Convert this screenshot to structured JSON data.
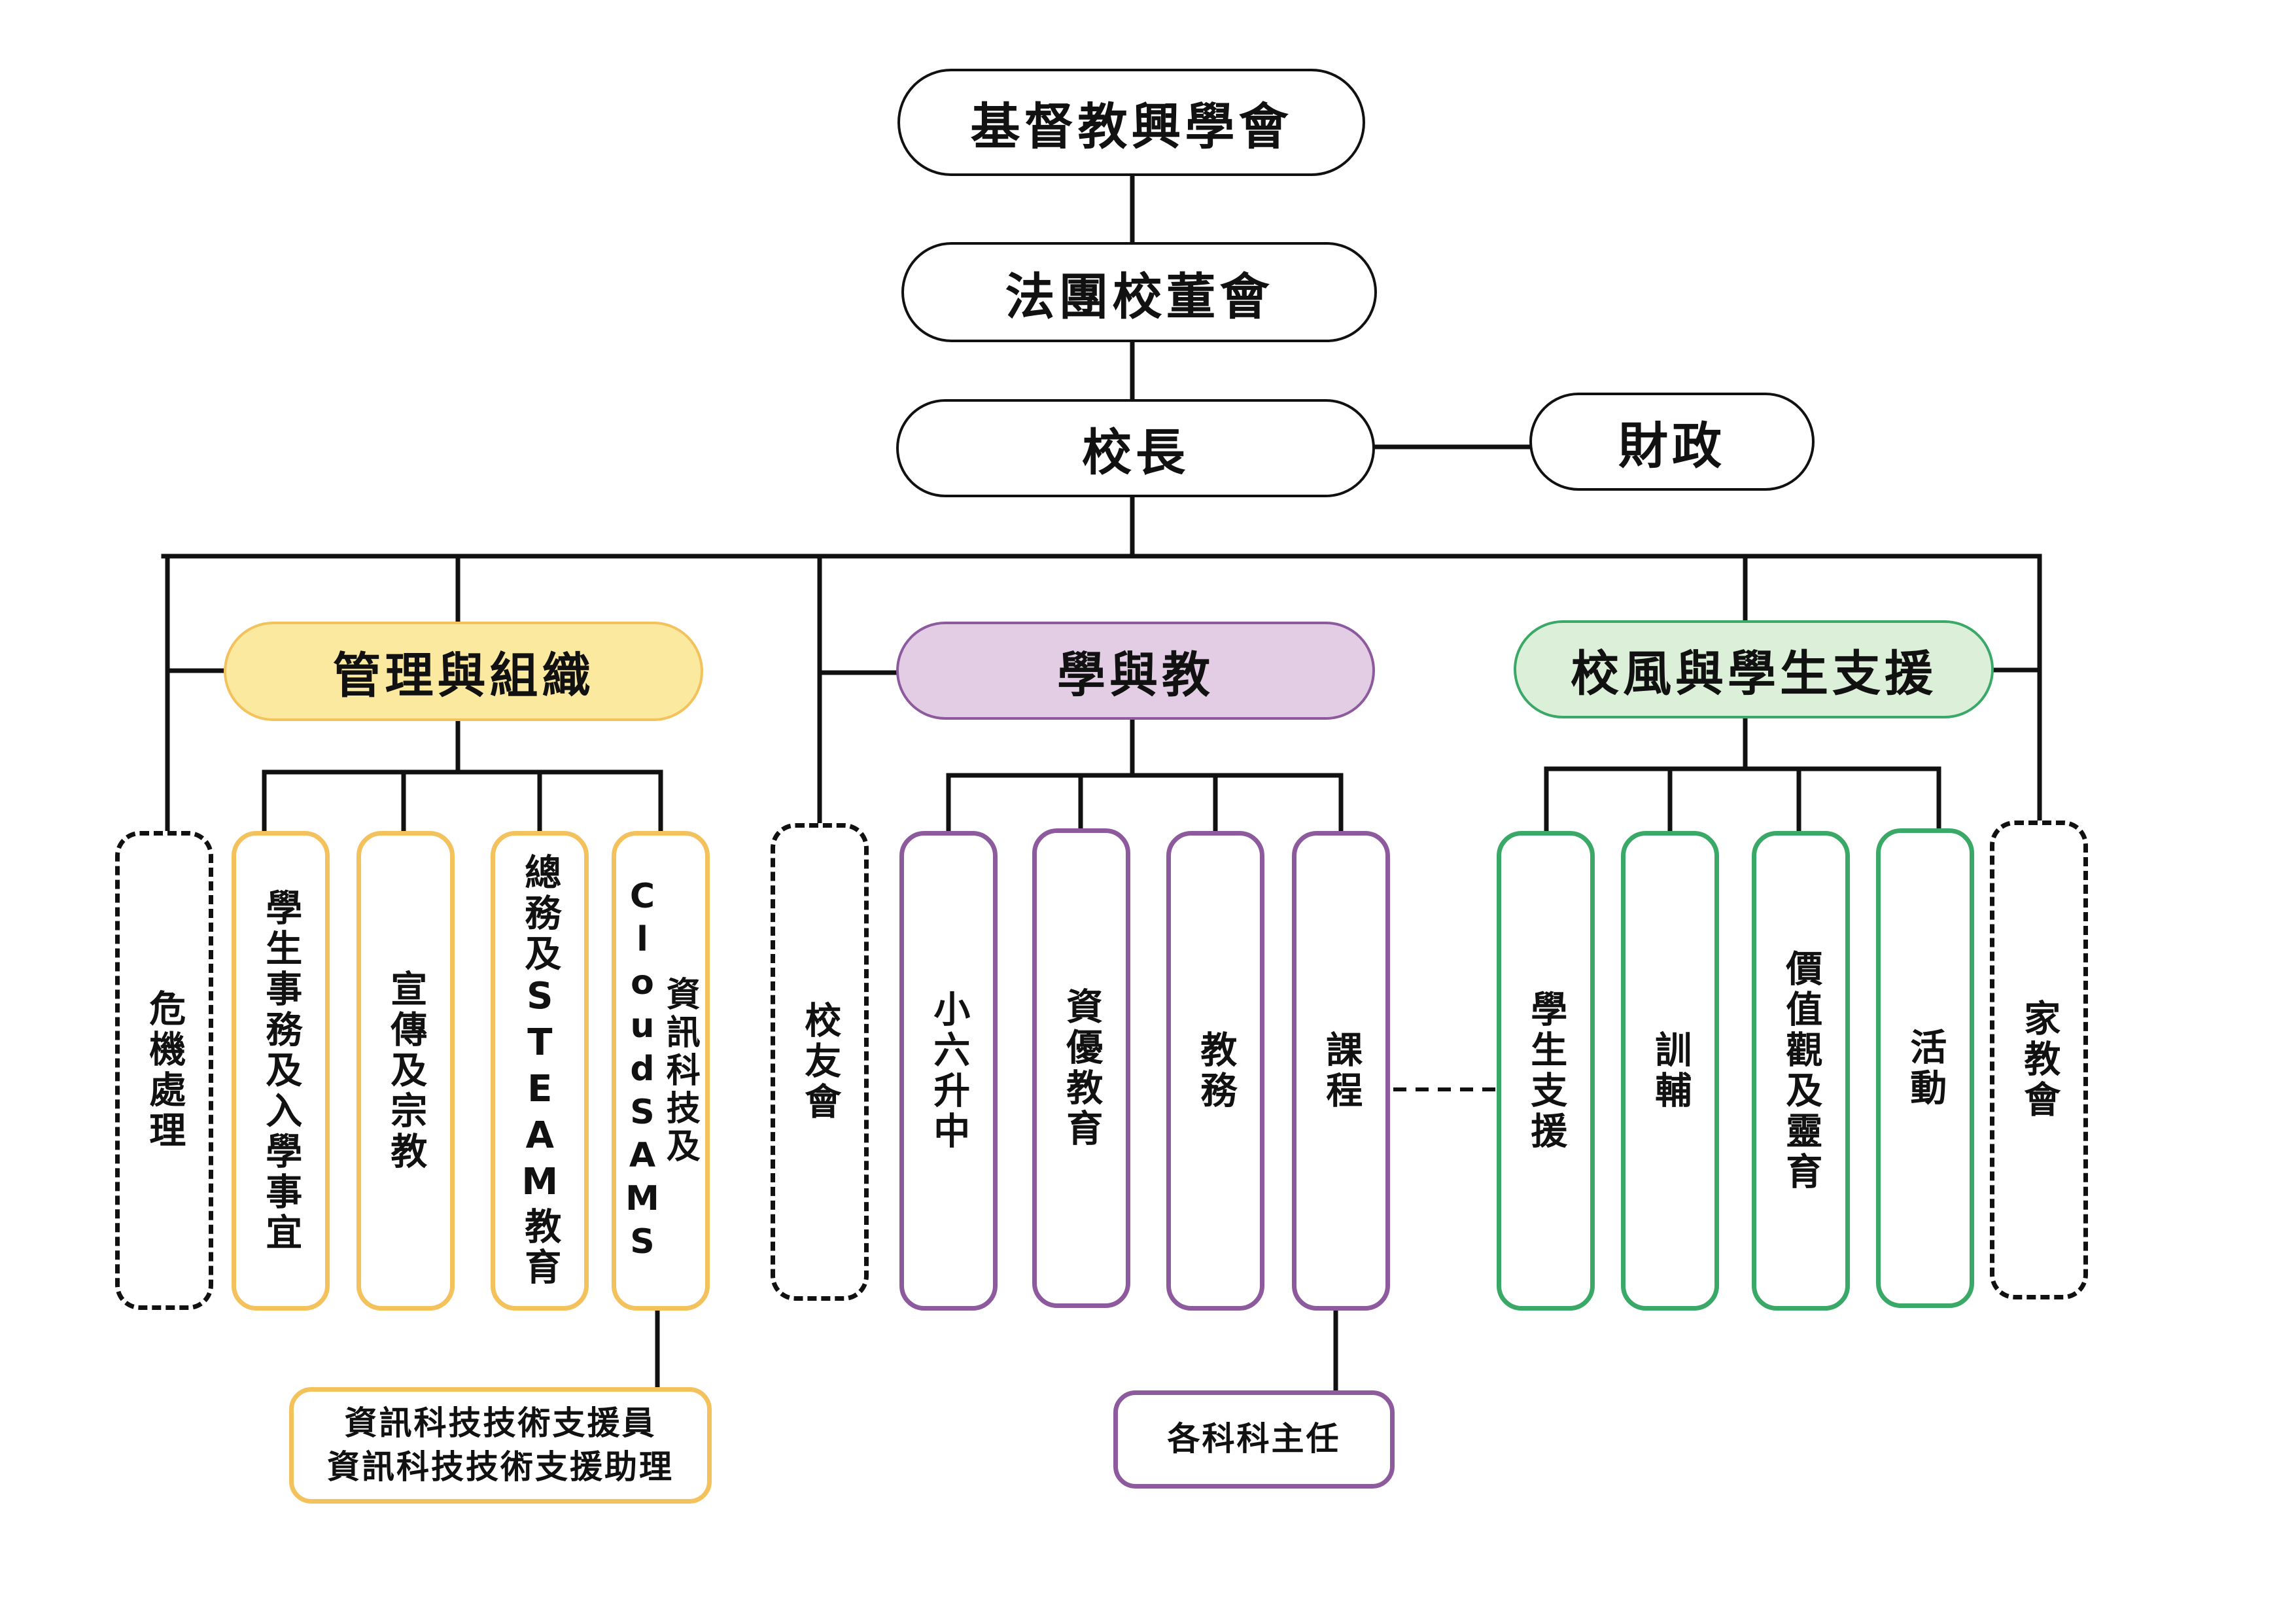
{
  "top": {
    "association": "基督教興學會",
    "board": "法團校董會",
    "principal": "校長",
    "finance": "財政"
  },
  "groups": {
    "management": "管理與組織",
    "learning": "學與教",
    "support": "校風與學生支援"
  },
  "units": {
    "crisis": "危機處理",
    "student_affairs": "學生事務及入學事宜",
    "promotion": "宣傳及宗教",
    "general_steam": "總務及STEAM教育",
    "it_cloud": "資訊科技及CloudSAMS",
    "alumni": "校友會",
    "p6_transition": "小六升中",
    "gifted": "資優教育",
    "academic": "教務",
    "curriculum": "課程",
    "student_support": "學生支援",
    "guidance": "訓輔",
    "values": "價值觀及靈育",
    "activities": "活動",
    "pta": "家教會"
  },
  "sub_units": {
    "it_support": [
      "資訊科技技術支援員",
      "資訊科技技術支援助理"
    ],
    "subject_heads": "各科科主任"
  },
  "colors": {
    "management_fill": "#fbe9a0",
    "management_border": "#f3c25c",
    "learning_fill": "#e2cde4",
    "learning_border": "#8e5a9e",
    "support_fill": "#dcefd8",
    "support_border": "#3aa867",
    "line": "#111111"
  }
}
